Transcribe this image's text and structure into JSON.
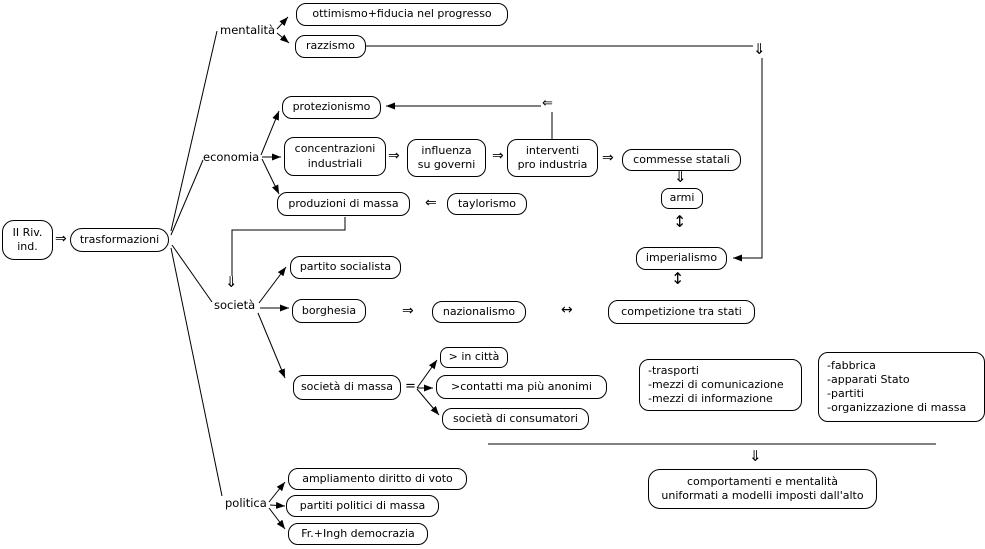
{
  "title": "mappa concettuale II rivoluzione industriale",
  "nodes": {
    "root": "II Riv.\nind.",
    "trasformazioni": "trasformazioni",
    "ottimismo": "ottimismo+fiducia nel progresso",
    "razzismo": "razzismo",
    "protezionismo": "protezionismo",
    "concentrazioni": "concentrazioni\nindustriali",
    "influenza": "influenza\nsu governi",
    "interventi": "interventi\npro industria",
    "commesse": "commesse statali",
    "armi": "armi",
    "imperialismo": "imperialismo",
    "competizione": "competizione tra stati",
    "produzioni": "produzioni di massa",
    "taylorismo": "taylorismo",
    "partito_socialista": "partito socialista",
    "borghesia": "borghesia",
    "nazionalismo": "nazionalismo",
    "societa_di_massa": "società di massa",
    "in_citta": "> in città",
    "contatti": ">contatti ma più anonimi",
    "consumatori": "società di consumatori",
    "mezzi_lista": "-trasporti\n-mezzi di comunicazione\n-mezzi di informazione",
    "apparati_lista": "-fabbrica\n-apparati Stato\n-partiti\n-organizzazione di massa",
    "comportamenti": "comportamenti e mentalità\nuniformati a modelli imposti dall'alto",
    "ampliamento": "ampliamento diritto di voto",
    "partiti_politici": "partiti politici di massa",
    "democrazia": "Fr.+Ingh democrazia"
  },
  "labels": {
    "mentalita": "mentalità",
    "economia": "economia",
    "societa": "società",
    "politica": "politica"
  },
  "symbols": {
    "arrow_right": "⇒",
    "arrow_left": "⇐",
    "arrow_down": "⇓",
    "arrow_leftright": "↔",
    "arrow_updown": "↕",
    "equals": "="
  },
  "colors": {
    "ink": "#000000",
    "background": "#ffffff"
  }
}
